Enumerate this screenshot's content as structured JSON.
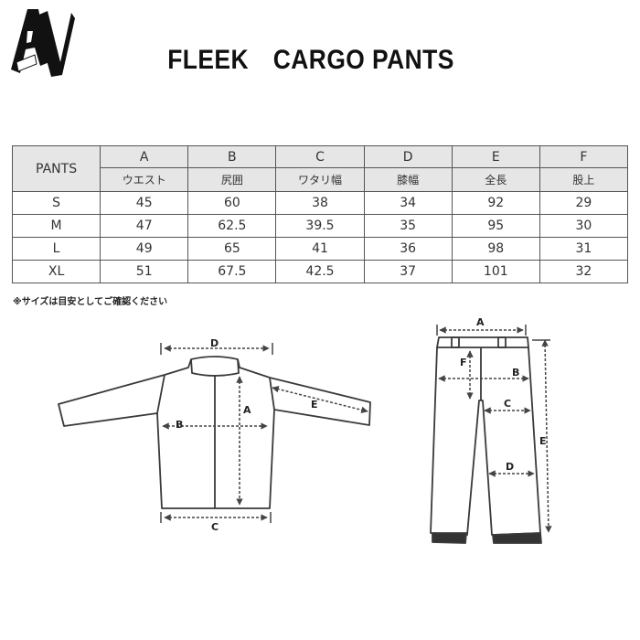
{
  "header": {
    "title": "FLEEK　CARGO PANTS"
  },
  "table": {
    "corner": "PANTS",
    "columns": [
      {
        "letter": "A",
        "name": "ウエスト"
      },
      {
        "letter": "B",
        "name": "尻囲"
      },
      {
        "letter": "C",
        "name": "ワタリ幅"
      },
      {
        "letter": "D",
        "name": "膝幅"
      },
      {
        "letter": "E",
        "name": "全長"
      },
      {
        "letter": "F",
        "name": "股上"
      }
    ],
    "rows": [
      {
        "size": "S",
        "values": [
          "45",
          "60",
          "38",
          "34",
          "92",
          "29"
        ]
      },
      {
        "size": "M",
        "values": [
          "47",
          "62.5",
          "39.5",
          "35",
          "95",
          "30"
        ]
      },
      {
        "size": "L",
        "values": [
          "49",
          "65",
          "41",
          "36",
          "98",
          "31"
        ]
      },
      {
        "size": "XL",
        "values": [
          "51",
          "67.5",
          "42.5",
          "37",
          "101",
          "32"
        ]
      }
    ]
  },
  "note": "※サイズは目安としてご確認ください",
  "jacket_labels": {
    "d": "D",
    "a": "A",
    "b": "B",
    "c": "C",
    "e": "E"
  },
  "pants_labels": {
    "a": "A",
    "b": "B",
    "c": "C",
    "d": "D",
    "e": "E",
    "f": "F"
  },
  "colors": {
    "line": "#3a3a3a",
    "header_bg": "#e6e6e6",
    "arrow": "#444444"
  }
}
